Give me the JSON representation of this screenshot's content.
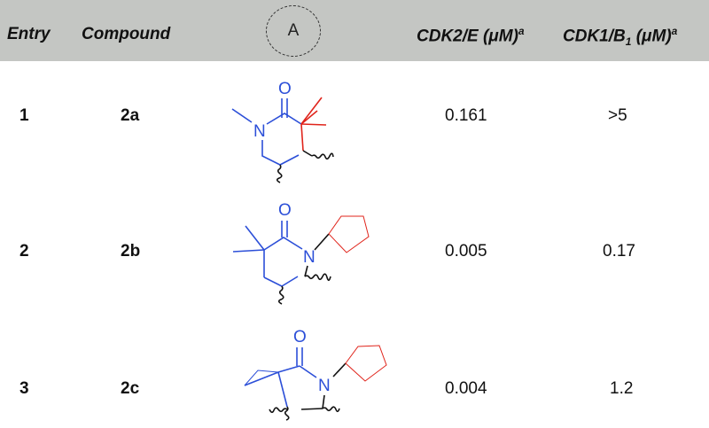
{
  "header": {
    "entry": "Entry",
    "compound": "Compound",
    "ring_label": "A",
    "cdk2_label": "CDK2/E (",
    "cdk2_mu": "μM)",
    "cdk2_sup": "a",
    "cdk1_label": "CDK1/B",
    "cdk1_sub": "1",
    "cdk1_mu": " (μM)",
    "cdk1_sup": "a"
  },
  "rows": [
    {
      "entry": "1",
      "compound": "2a",
      "cdk2": "0.161",
      "cdk1": ">5"
    },
    {
      "entry": "2",
      "compound": "2b",
      "cdk2": "0.005",
      "cdk1": "0.17"
    },
    {
      "entry": "3",
      "compound": "2c",
      "cdk2": "0.004",
      "cdk1": "1.2"
    }
  ],
  "atoms": {
    "oxygen": "O",
    "nitrogen": "N"
  },
  "colors": {
    "header_bg": "#c4c6c3",
    "ring_bond": "#2c4fd8",
    "substituent": "#e0241b"
  }
}
